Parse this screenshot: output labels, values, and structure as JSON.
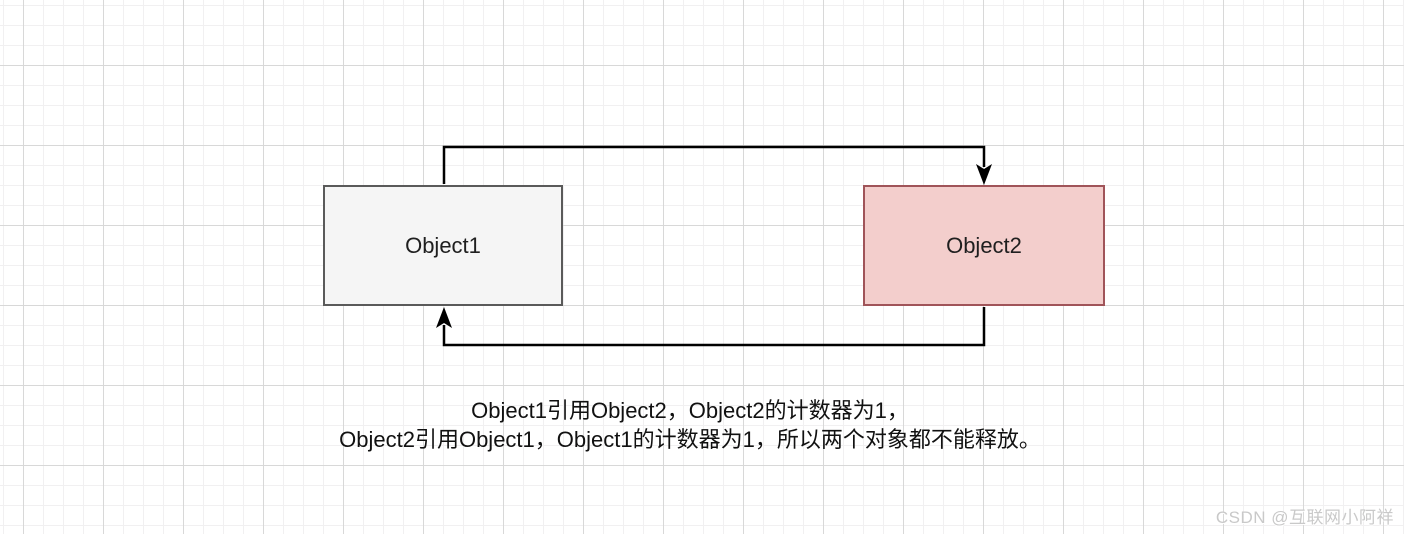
{
  "diagram": {
    "type": "flow",
    "nodes": [
      {
        "id": "object1",
        "label": "Object1",
        "fill": "#f5f5f5",
        "stroke": "#5a5a5a"
      },
      {
        "id": "object2",
        "label": "Object2",
        "fill": "#f3cecc",
        "stroke": "#a05459"
      }
    ],
    "edges": [
      {
        "from": "object1",
        "to": "object2",
        "style": "orthogonal-arrow",
        "color": "#000000"
      },
      {
        "from": "object2",
        "to": "object1",
        "style": "orthogonal-arrow",
        "color": "#000000"
      }
    ],
    "caption": {
      "line1": "Object1引用Object2，Object2的计数器为1，",
      "line2": "Object2引用Object1，Object1的计数器为1，所以两个对象都不能释放。"
    }
  },
  "watermark": {
    "text": "CSDN @互联网小阿祥",
    "color": "#c9c9c9"
  },
  "background": {
    "grid_minor_color": "#f1f0f1",
    "grid_major_color": "#d8d8d8",
    "base_color": "#ffffff"
  }
}
